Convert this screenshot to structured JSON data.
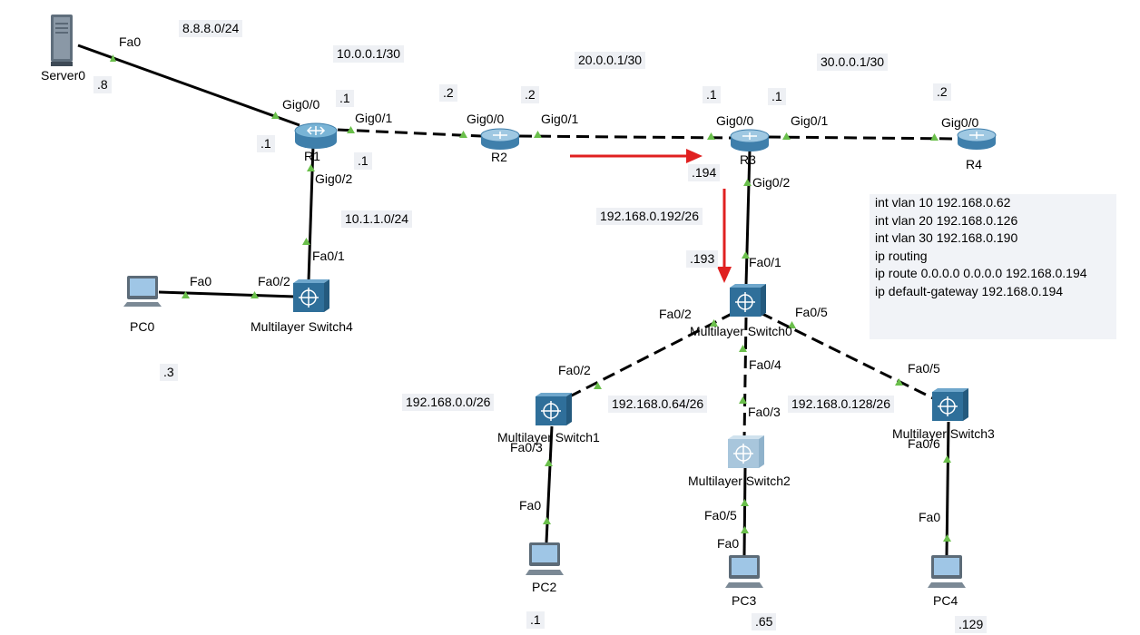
{
  "devices": {
    "server0": "Server0",
    "r1": "R1",
    "r2": "R2",
    "r3": "R3",
    "r4": "R4",
    "mls4": "Multilayer Switch4",
    "mls0": "Multilayer Switch0",
    "mls1": "Multilayer Switch1",
    "mls2": "Multilayer Switch2",
    "mls3": "Multilayer Switch3",
    "pc0": "PC0",
    "pc2": "PC2",
    "pc3": "PC3",
    "pc4": "PC4"
  },
  "networks": {
    "net_8_8_8": "8.8.8.0/24",
    "net_10_0_0": "10.0.0.1/30",
    "net_20_0_0": "20.0.0.1/30",
    "net_30_0_0": "30.0.0.1/30",
    "net_10_1_1": "10.1.1.0/24",
    "net_192_192": "192.168.0.192/26",
    "net_192_0": "192.168.0.0/26",
    "net_192_64": "192.168.0.64/26",
    "net_192_128": "192.168.0.128/26"
  },
  "ports": {
    "server0_fa0": "Fa0",
    "r1_gig00": "Gig0/0",
    "r1_gig01": "Gig0/1",
    "r1_gig02": "Gig0/2",
    "r2_gig00": "Gig0/0",
    "r2_gig01": "Gig0/1",
    "r3_gig00": "Gig0/0",
    "r3_gig01": "Gig0/1",
    "r3_gig02": "Gig0/2",
    "r4_gig00": "Gig0/0",
    "mls4_fa01": "Fa0/1",
    "mls4_fa02": "Fa0/2",
    "pc0_fa0": "Fa0",
    "mls0_fa01": "Fa0/1",
    "mls0_fa02": "Fa0/2",
    "mls0_fa04": "Fa0/4",
    "mls0_fa05": "Fa0/5",
    "mls1_fa02": "Fa0/2",
    "mls1_fa03": "Fa0/3",
    "pc2_fa0": "Fa0",
    "mls2_fa03": "Fa0/3",
    "mls2_fa05": "Fa0/5",
    "pc3_fa0": "Fa0",
    "mls3_fa05": "Fa0/5",
    "mls3_fa06": "Fa0/6",
    "pc4_fa0": "Fa0"
  },
  "hosts": {
    "server_8": ".8",
    "r1_1_left": ".1",
    "r1_1_top": ".1",
    "r1_1_bottom": ".1",
    "r2_2_left": ".2",
    "r2_2_right": ".2",
    "r3_1_left": ".1",
    "r3_1_right": ".1",
    "r4_2": ".2",
    "r3_194": ".194",
    "mls0_193": ".193",
    "pc0_3": ".3",
    "pc2_1": ".1",
    "pc3_65": ".65",
    "pc4_129": ".129"
  },
  "config": {
    "lines": [
      "int vlan 10 192.168.0.62",
      "int vlan 20 192.168.0.126",
      "int vlan 30 192.168.0.190",
      "ip routing",
      "ip route 0.0.0.0 0.0.0.0 192.168.0.194",
      "ip default-gateway 192.168.0.194"
    ]
  },
  "colors": {
    "link": "#000000",
    "port_marker": "#6abf4b",
    "arrow": "#e02020",
    "router_blue": "#4a8fc0",
    "switch_blue": "#3d7fae",
    "label_bg": "#eef0f4"
  }
}
